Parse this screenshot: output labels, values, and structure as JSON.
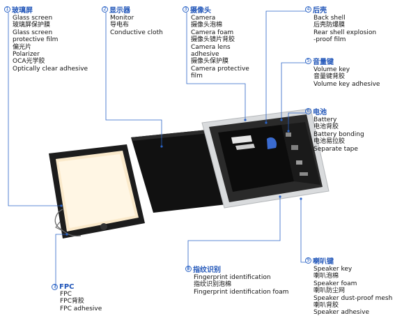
{
  "callouts": [
    {
      "id": "c1",
      "num": "1",
      "title": "玻璃屏",
      "lines": [
        "Glass screen",
        "玻璃屏保护膜",
        "Glass screen",
        "protective film",
        "偏光片",
        "Polarizer",
        "OCA光学胶",
        "Optically clear adhesive"
      ]
    },
    {
      "id": "c2",
      "num": "2",
      "title": "显示器",
      "lines": [
        "Monitor",
        "导电布",
        "Conductive cloth"
      ]
    },
    {
      "id": "c3",
      "num": "3",
      "title": "摄像头",
      "lines": [
        "Camera",
        "摄像头泡棉",
        "Camera foam",
        "摄像头镜片背胶",
        "Camera lens",
        "adhesive",
        "摄像头保护膜",
        "Camera protective",
        "film"
      ]
    },
    {
      "id": "c4",
      "num": "4",
      "title": "后壳",
      "lines": [
        "Back shell",
        "后壳防爆膜",
        "Rear shell explosion",
        "-proof film"
      ]
    },
    {
      "id": "c5",
      "num": "5",
      "title": "音量键",
      "lines": [
        "Volume key",
        "音量键背胶",
        "Volume key adhesive"
      ]
    },
    {
      "id": "c6",
      "num": "6",
      "title": "电池",
      "lines": [
        "Battery",
        "电池背胶",
        "Battery bonding",
        "电池易拉胶",
        "Separate tape"
      ]
    },
    {
      "id": "c7",
      "num": "7",
      "title": "FPC",
      "lines": [
        "FPC",
        "FPC背胶",
        "FPC adhesive"
      ]
    },
    {
      "id": "c8",
      "num": "8",
      "title": "指纹识别",
      "lines": [
        "Fingerprint identification",
        "指纹识别泡棉",
        "Fingerprint identification foam"
      ]
    },
    {
      "id": "c9",
      "num": "9",
      "title": "喇叭键",
      "lines": [
        "Speaker key",
        "喇叭泡棉",
        "Speaker foam",
        "喇叭防尘网",
        "Speaker dust-proof mesh",
        "喇叭背胶",
        "Speaker adhesive"
      ]
    }
  ],
  "colors": {
    "accent": "#1f54b8",
    "leader": "#2a63c6",
    "display": "#111111",
    "glass_frame": "#1c1c1c",
    "glass_fill": "#fbeacb",
    "shell": "#d9dbdd",
    "battery": "#0c0c0c",
    "pcb": "#1a1a1a"
  }
}
